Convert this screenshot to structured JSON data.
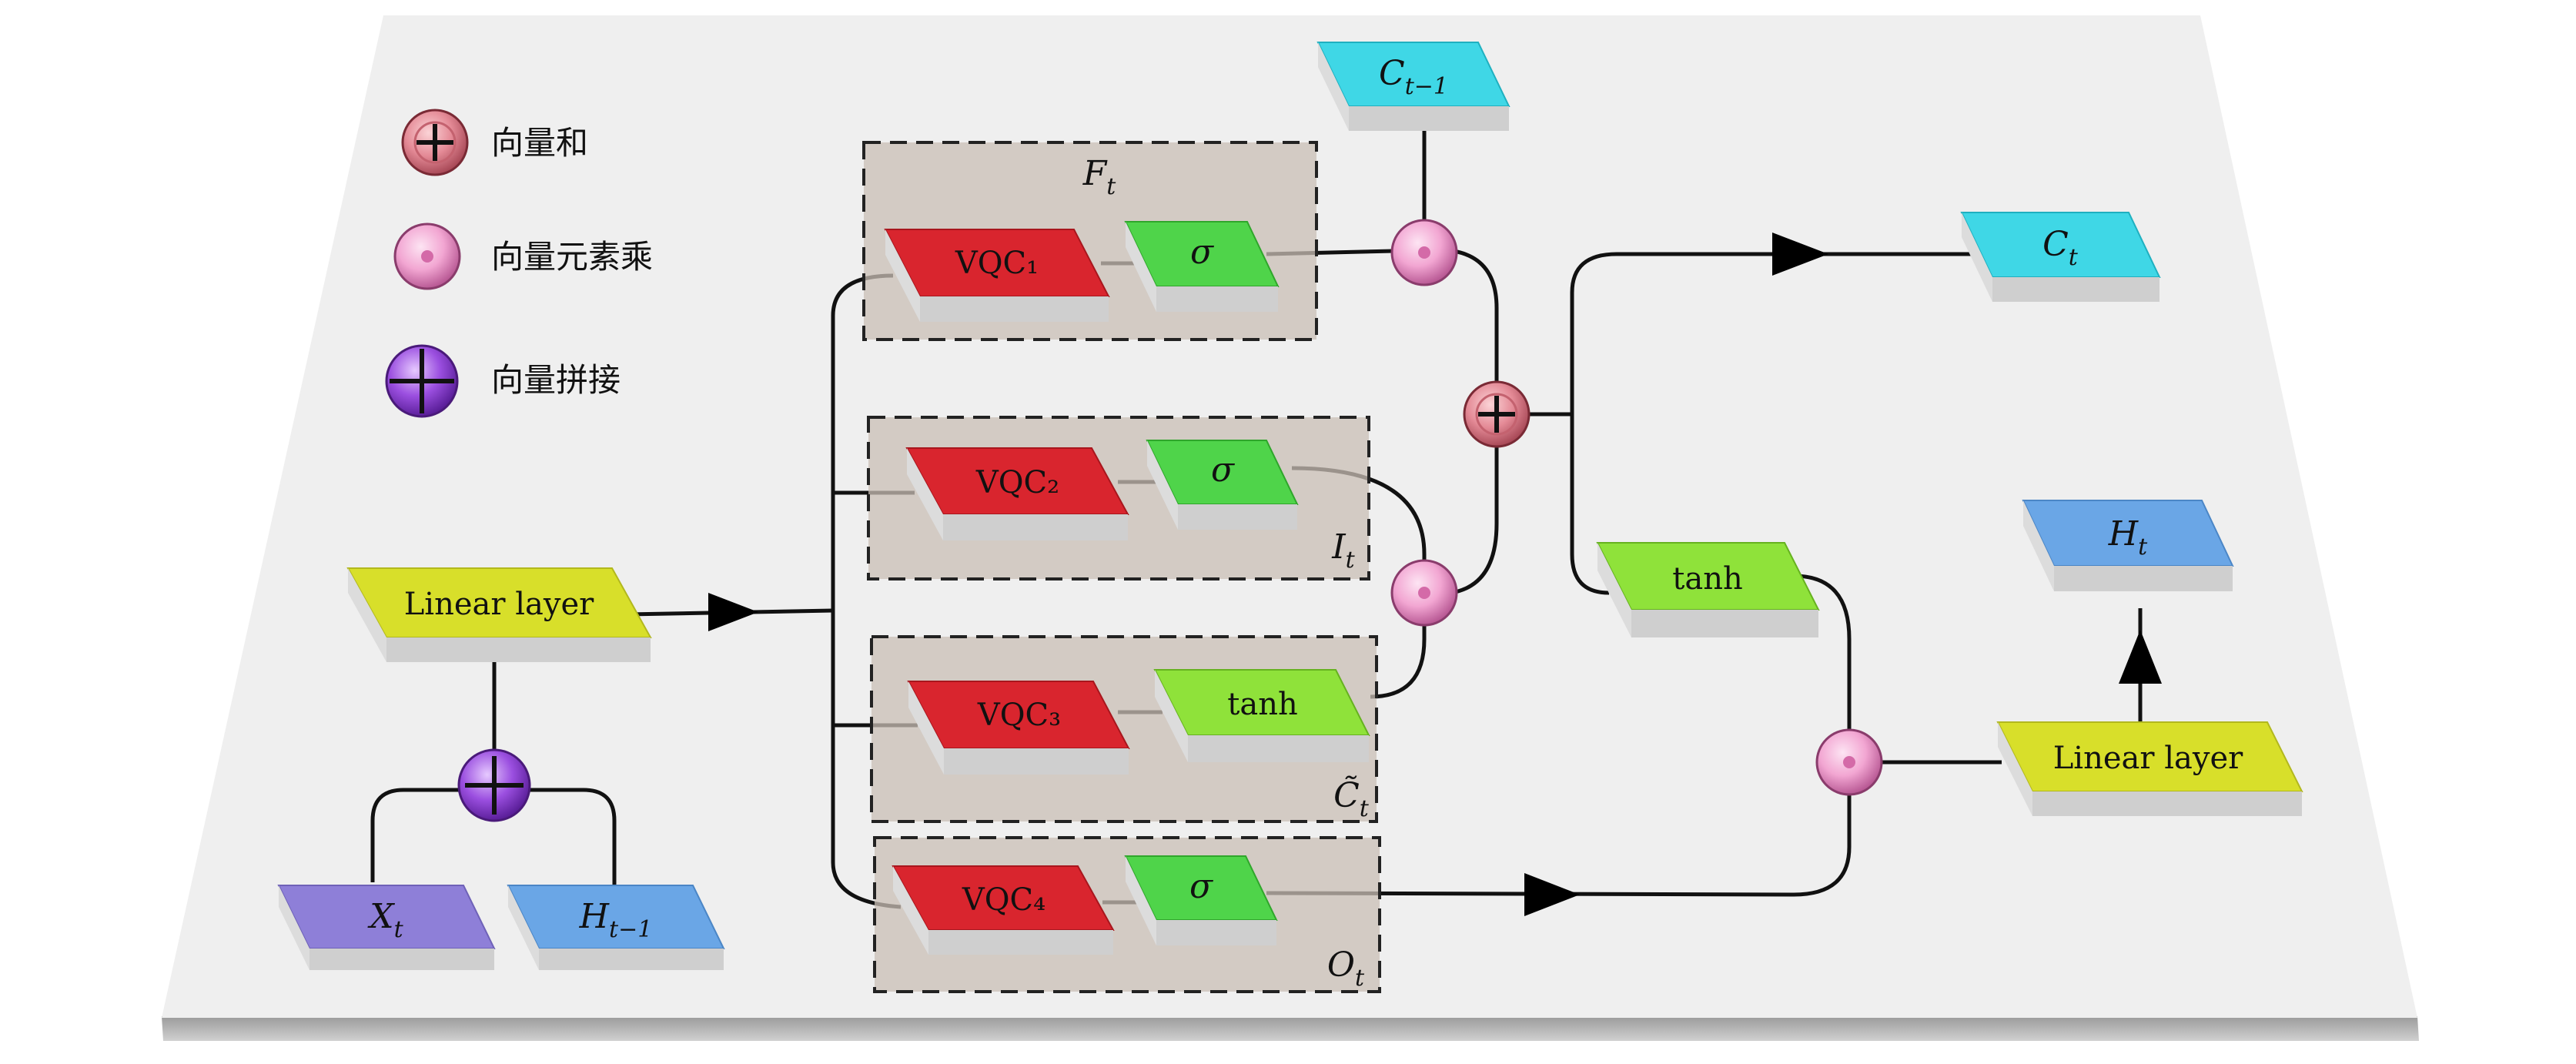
{
  "legend": {
    "vector_sum": "向量和",
    "elementwise_product": "向量元素乘",
    "concatenation": "向量拼接"
  },
  "blocks": {
    "x_t": "X_t",
    "h_prev": "H_{t-1}",
    "linear_in": "Linear layer",
    "linear_out": "Linear layer",
    "c_prev": "C_{t-1}",
    "c_t": "C_t",
    "h_t": "H_t",
    "vqc1": "VQC₁",
    "vqc2": "VQC₂",
    "vqc3": "VQC₃",
    "vqc4": "VQC₄",
    "sigma1": "σ",
    "sigma2": "σ",
    "tanh3": "tanh",
    "sigma4": "σ",
    "tanh_out": "tanh"
  },
  "gates": {
    "forget": "F_t",
    "input": "I_t",
    "candidate": "C̃_t",
    "output": "O_t"
  },
  "colors": {
    "red": "#d9252e",
    "green": "#4fd44a",
    "lime": "#8fe23a",
    "yellow": "#d8df2a",
    "cyan": "#3fd7e6",
    "blue": "#6aa6e6",
    "purple": "#8e7fd8",
    "pink": "#f2a6d2",
    "sum": "#e48a96",
    "concat": "#9b4fe0"
  }
}
